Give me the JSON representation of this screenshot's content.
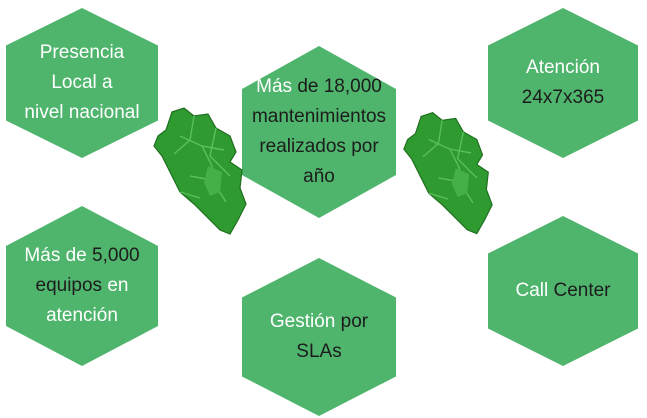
{
  "colors": {
    "hex_fill": "#4fb56d",
    "text_light": "#ffffff",
    "text_dark": "#1c1c1c",
    "map_green": "#2f9a2f"
  },
  "icons": {
    "map_left": "peru-map-icon",
    "map_right": "peru-map-icon"
  },
  "hexagons": {
    "presencia": {
      "line1": "Presencia Local a",
      "line2": "nivel nacional"
    },
    "mas18k": {
      "l1a": "Más",
      "l1b": "de 18,000",
      "line2": "mantenimientos",
      "line3": "realizados por año"
    },
    "atencion": {
      "a": "Atención",
      "b": "24x7x365"
    },
    "mas5k": {
      "l1a": "Más",
      "l1b": "de",
      "l1c": "5,000",
      "l2a": "equipos",
      "l2b": "en",
      "line3": "atención"
    },
    "gestion": {
      "a": "Gestión",
      "b": "por",
      "line2": "SLAs"
    },
    "call": {
      "a": "Call",
      "b": "Center"
    }
  }
}
